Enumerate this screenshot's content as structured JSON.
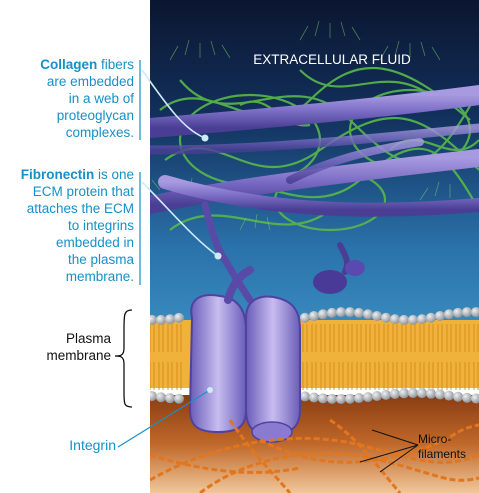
{
  "labels": {
    "extracellular_fluid": "EXTRACELLULAR FLUID",
    "collagen": {
      "term": "Collagen",
      "rest_line1": " fibers",
      "lines": [
        "are embedded",
        "in a web of",
        "proteoglycan",
        "complexes."
      ]
    },
    "fibronectin": {
      "term": "Fibronectin",
      "rest_line1": " is one",
      "lines": [
        "ECM protein that",
        "attaches the ECM",
        "to integrins",
        "embedded in",
        "the plasma",
        "membrane."
      ]
    },
    "plasma_membrane": [
      "Plasma",
      "membrane"
    ],
    "integrin": "Integrin",
    "microfilaments": [
      "Micro-",
      "filaments"
    ]
  },
  "colors": {
    "accent_label": "#1590c8",
    "fluid_top": "#0b1630",
    "fluid_bottom": "#2f7fb6",
    "collagen": "#7a6cc4",
    "proteoglycan": "#58b84a",
    "lipid_head": "#b9bfc4",
    "lipid_tail": "#f0b23a",
    "integrin": "#b4a9e4",
    "microfilament": "#e2761e",
    "cytoplasm": "#c9702a"
  }
}
